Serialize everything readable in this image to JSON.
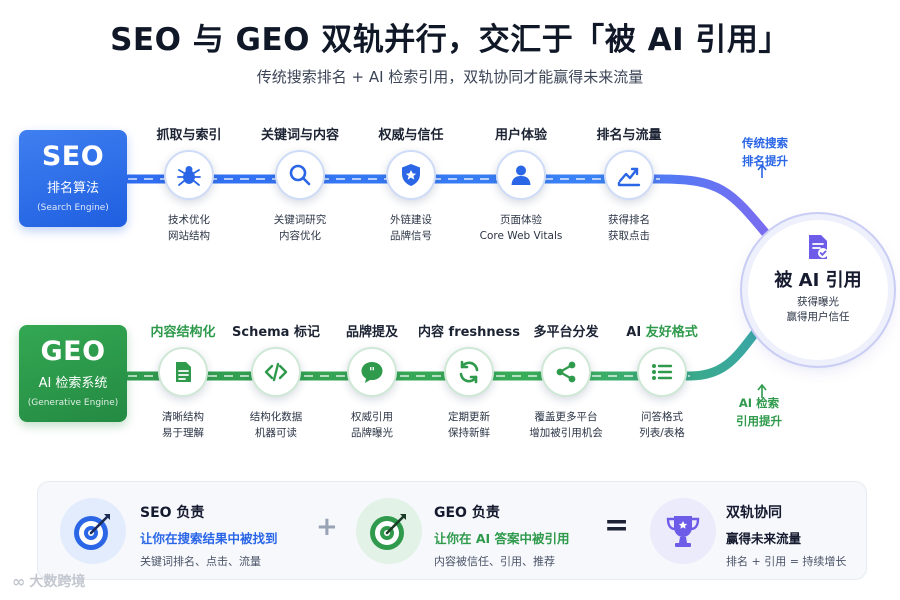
{
  "title": "SEO 与 GEO 双轨并行，交汇于「被 AI 引用」",
  "subtitle": "传统搜索排名 + AI 检索引用，双轨协同才能赢得未来流量",
  "colors": {
    "seo_blue": "#2a66e6",
    "geo_green": "#2f9a4c",
    "hub_purple": "#6c5ce7"
  },
  "seo": {
    "name": "SEO",
    "cn": "排名算法",
    "en": "(Search Engine)",
    "stages": [
      {
        "label": "抓取与索引",
        "icon": "spider-icon",
        "d1": "技术优化",
        "d2": "网站结构"
      },
      {
        "label": "关键词与内容",
        "icon": "search-icon",
        "d1": "关键词研究",
        "d2": "内容优化"
      },
      {
        "label": "权威与信任",
        "icon": "shield-star-icon",
        "d1": "外链建设",
        "d2": "品牌信号"
      },
      {
        "label": "用户体验",
        "icon": "user-icon",
        "d1": "页面体验",
        "d2": "Core Web Vitals"
      },
      {
        "label": "排名与流量",
        "icon": "trend-up-icon",
        "d1": "获得排名",
        "d2": "获取点击"
      }
    ],
    "note_line1": "传统搜索",
    "note_line2": "排名提升"
  },
  "geo": {
    "name": "GEO",
    "cn": "AI 检索系统",
    "en": "(Generative Engine)",
    "stages": [
      {
        "label": "内容结构化",
        "icon": "document-icon",
        "d1": "清晰结构",
        "d2": "易于理解"
      },
      {
        "label": "Schema 标记",
        "icon": "code-icon",
        "d1": "结构化数据",
        "d2": "机器可读"
      },
      {
        "label": "品牌提及",
        "icon": "quote-icon",
        "d1": "权威引用",
        "d2": "品牌曝光"
      },
      {
        "label": "内容 freshness",
        "icon": "refresh-icon",
        "d1": "定期更新",
        "d2": "保持新鲜"
      },
      {
        "label": "多平台分发",
        "icon": "share-icon",
        "d1": "覆盖更多平台",
        "d2": "增加被引用机会"
      },
      {
        "label_prefix": "AI ",
        "label_highlight": "友好格式",
        "icon": "list-icon",
        "d1": "问答格式",
        "d2": "列表/表格"
      }
    ],
    "note_line1": "AI 检索",
    "note_line2": "引用提升"
  },
  "hub": {
    "title": "被 AI 引用",
    "line1": "获得曝光",
    "line2": "赢得用户信任",
    "icon": "document-check-icon"
  },
  "summary": {
    "seo": {
      "title": "SEO 负责",
      "highlight": "让你在搜索结果中被找到",
      "desc": "关键词排名、点击、流量",
      "icon": "target-icon"
    },
    "plus": "+",
    "geo": {
      "title": "GEO 负责",
      "highlight": "让你在 AI 答案中被引用",
      "desc": "内容被信任、引用、推荐",
      "icon": "target-icon"
    },
    "equals": "=",
    "result": {
      "title": "双轨协同",
      "highlight": "赢得未来流量",
      "desc": "排名 + 引用 = 持续增长",
      "icon": "trophy-icon"
    }
  },
  "watermark": "大数跨境"
}
